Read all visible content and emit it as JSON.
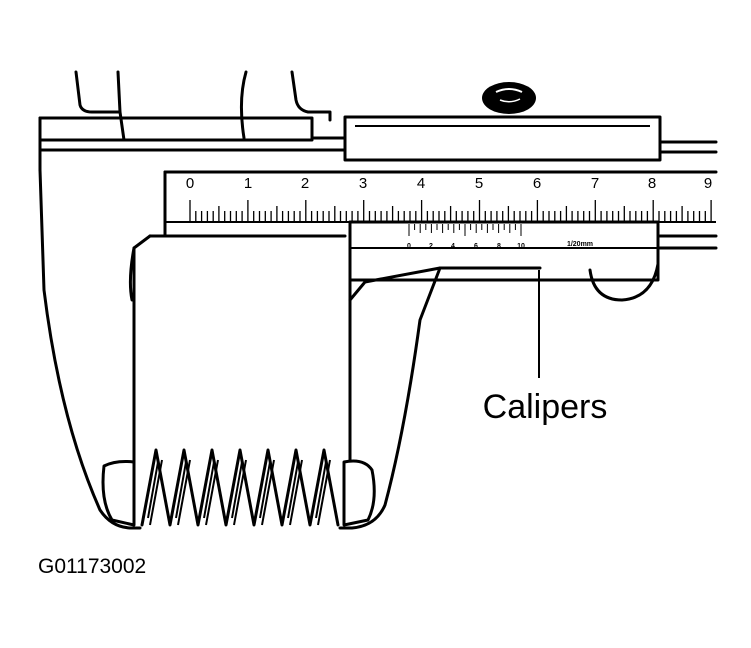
{
  "main_scale": {
    "numbers": [
      "0",
      "1",
      "2",
      "3",
      "4",
      "5",
      "6",
      "7",
      "8",
      "9"
    ]
  },
  "vernier_scale": {
    "numbers": [
      "0",
      "2",
      "4",
      "6",
      "8",
      "10"
    ],
    "unit": "1/20mm"
  },
  "callout": {
    "label": "Calipers"
  },
  "figure": {
    "code": "G01173002"
  }
}
